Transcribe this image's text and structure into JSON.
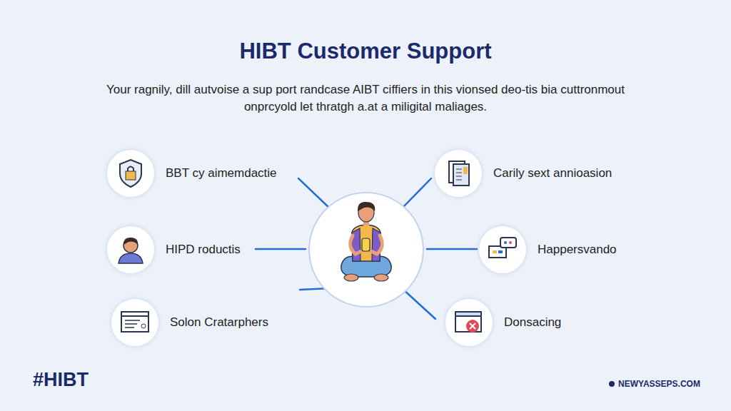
{
  "diagram": {
    "title": "HIBT Customer Support",
    "nodes": [
      {
        "text": [
          "BBT cy aimemdactie"
        ]
      },
      {
        "text": [
          "Carily sext annioasion"
        ]
      },
      {
        "text": [
          "HIPD roductis"
        ]
      },
      {
        "text": [
          "Happersvando"
        ]
      },
      {
        "text": [
          "Solon Cratarphers"
        ]
      },
      {
        "text": [
          "Donsacing"
        ]
      }
    ],
    "labels": [
      "Your ragnily, dill autvoise a sup port randcase AIBT ciffiers in this vionsed deo-tis bia cuttronmout onprcyold let thratgh a.at a miligital maliages.",
      "#HIBT",
      "NEWYASSEPS.COM"
    ]
  }
}
